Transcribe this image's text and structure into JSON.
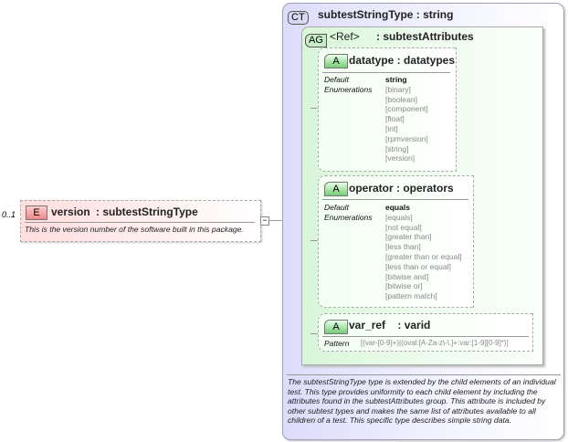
{
  "element": {
    "multiplicity": "0..1",
    "badge": "E",
    "name": "version",
    "type": ": subtestStringType",
    "doc": "This is the version number of the software built in this package."
  },
  "complex_type": {
    "badge": "CT",
    "name": "subtestStringType : string",
    "doc": "The subtestStringType type is extended by the child elements of an individual test.  This type provides uniformity to each child element by including the attributes found in the subtestAttributes group.  This attribute is included by other subtest types and makes the same list of attributes available to all children of a test.  This specific type describes simple string data."
  },
  "attribute_group": {
    "badge": "AG",
    "ref": "<Ref>",
    "name": ": subtestAttributes"
  },
  "attributes": [
    {
      "badge": "A",
      "name": "datatype : datatypes",
      "default_label": "Default",
      "enum_label": "Enumerations",
      "default": "string",
      "enumerations": [
        "[binary]",
        "[boolean]",
        "[component]",
        "[float]",
        "[int]",
        "[rpmversion]",
        "[string]",
        "[version]"
      ]
    },
    {
      "badge": "A",
      "name": "operator : operators",
      "default_label": "Default",
      "enum_label": "Enumerations",
      "default": "equals",
      "enumerations": [
        "[equals]",
        "[not equal]",
        "[greater than]",
        "[less than]",
        "[greater than or equal]",
        "[less than or equal]",
        "[bitwise and]",
        "[bitwise or]",
        "[pattern match]"
      ]
    },
    {
      "badge": "A",
      "name": "var_ref    : varid",
      "pattern_label": "Pattern",
      "pattern": "[(var-[0-9]+)|(oval:[A-Za-z\\-\\.]+:var:[1-9][0-9]*)]"
    }
  ]
}
